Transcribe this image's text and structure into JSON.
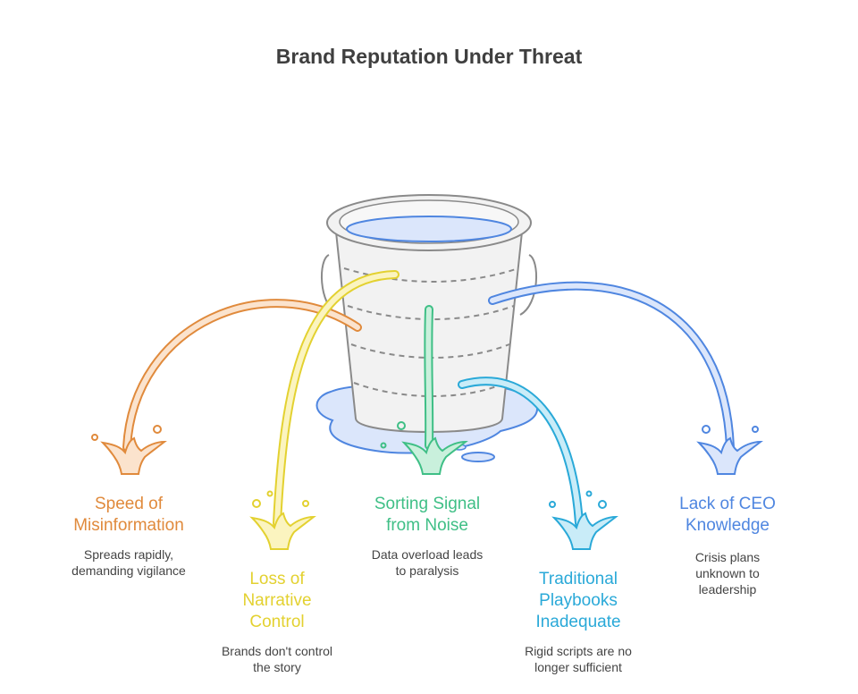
{
  "title": "Brand Reputation Under Threat",
  "colors": {
    "orange": "#e08a3c",
    "yellow": "#e3d130",
    "green": "#3fbf86",
    "cyan": "#2aa9d8",
    "blue": "#4f86e0"
  },
  "items": [
    {
      "label": "Speed of\nMisinformation",
      "description": "Spreads rapidly,\ndemanding vigilance",
      "color": "#e08a3c"
    },
    {
      "label": "Loss of\nNarrative\nControl",
      "description": "Brands don't control\nthe story",
      "color": "#e3d130"
    },
    {
      "label": "Sorting Signal\nfrom Noise",
      "description": "Data overload leads\nto paralysis",
      "color": "#3fbf86"
    },
    {
      "label": "Traditional\nPlaybooks\nInadequate",
      "description": "Rigid scripts are no\nlonger sufficient",
      "color": "#2aa9d8"
    },
    {
      "label": "Lack of CEO\nKnowledge",
      "description": "Crisis plans\nunknown to\nleadership",
      "color": "#4f86e0"
    }
  ]
}
